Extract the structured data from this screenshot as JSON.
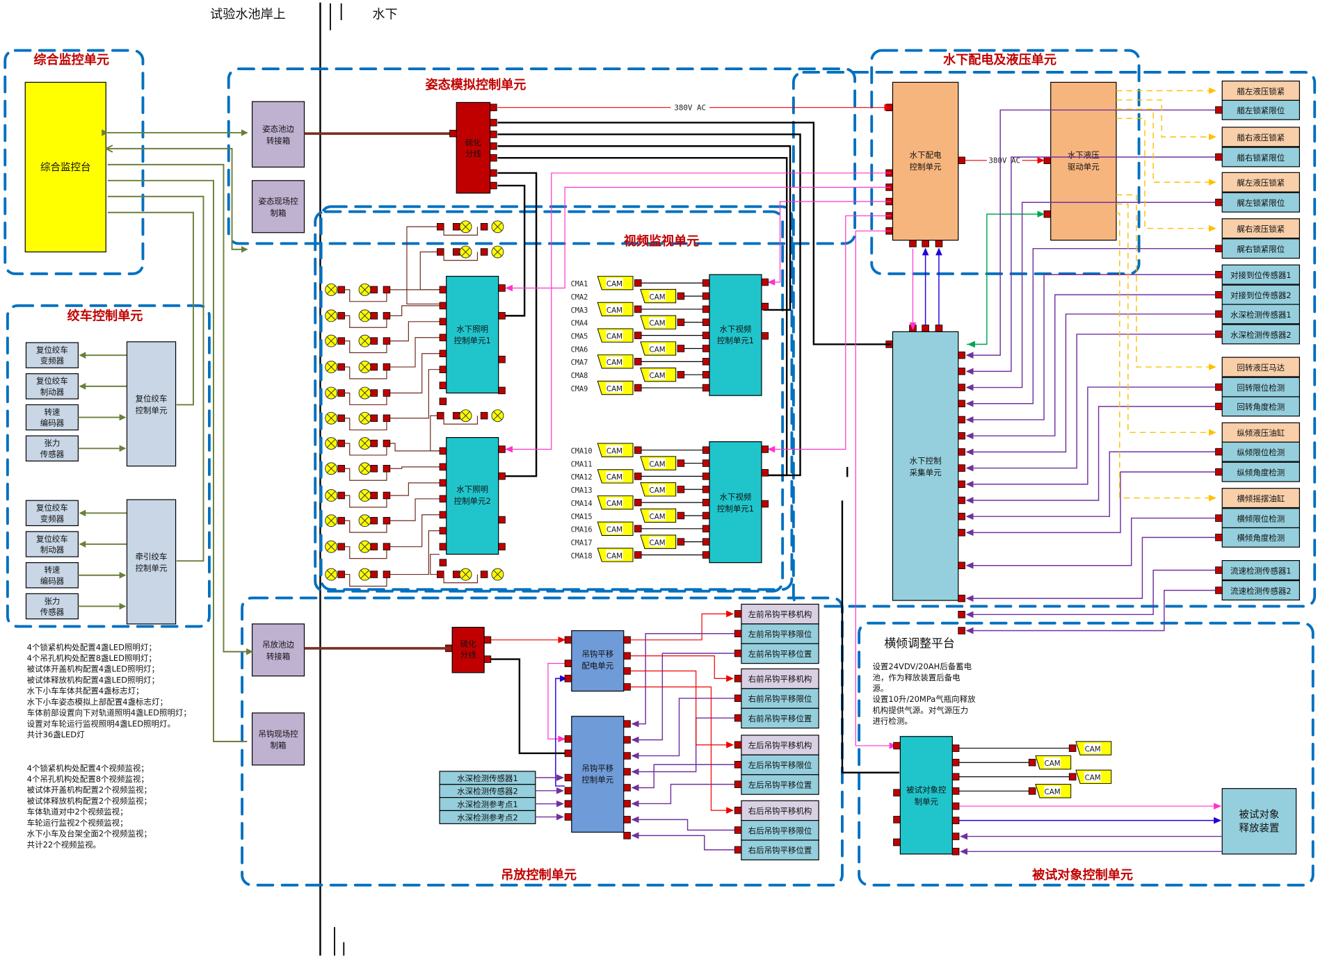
{
  "header": {
    "shore_label": "试验水池岸上",
    "underwater_label": "水下"
  },
  "colors": {
    "region_border": "#0070c0",
    "section_title": "#c00000",
    "console": "#ffff00",
    "shore_box": "#bfb1d0",
    "winch_box": "#c8d6e6",
    "splitter": "#c00000",
    "control_unit": "#20c5cc",
    "power_unit": "#f7b57e",
    "sensor": "#95cfdd",
    "actuator": "#f9cfa9",
    "hook_unit": "#6f9bd9",
    "camera": "#ffff00",
    "lamp": "#ffff00",
    "port": "#c00000"
  },
  "sections": {
    "monitoring": {
      "title": "综合监控单元",
      "console": "综合监控台"
    },
    "attitude": {
      "title": "姿态模拟控制单元",
      "poolside_box": "姿态池边\n转接箱",
      "poolside_box_l1": "姿态池边",
      "poolside_box_l2": "转接箱",
      "field_box_l1": "姿态现场控",
      "field_box_l2": "制箱",
      "splitter_l1": "硫化",
      "splitter_l2": "分线",
      "power_label": "380V AC"
    },
    "winch": {
      "title": "绞车控制单元",
      "reset_controller_l1": "复位绞车",
      "reset_controller_l2": "控制单元",
      "tow_controller_l1": "牵引绞车",
      "tow_controller_l2": "控制单元",
      "groups": [
        {
          "devices": [
            {
              "l1": "复位绞车",
              "l2": "变频器",
              "dir": "out"
            },
            {
              "l1": "复位绞车",
              "l2": "制动器",
              "dir": "out"
            },
            {
              "l1": "转速",
              "l2": "编码器",
              "dir": "in"
            },
            {
              "l1": "张力",
              "l2": "传感器",
              "dir": "in"
            }
          ]
        },
        {
          "devices": [
            {
              "l1": "复位绞车",
              "l2": "变频器",
              "dir": "out"
            },
            {
              "l1": "复位绞车",
              "l2": "制动器",
              "dir": "out"
            },
            {
              "l1": "转速",
              "l2": "编码器",
              "dir": "in"
            },
            {
              "l1": "张力",
              "l2": "传感器",
              "dir": "in"
            }
          ]
        }
      ]
    },
    "video": {
      "title": "视频监视单元",
      "controller1_l1": "水下视频",
      "controller1_l2": "控制单元1",
      "controller2_l1": "水下视频",
      "controller2_l2": "控制单元1",
      "camera_label": "CAM",
      "cameras_group1": [
        "CMA1",
        "CMA2",
        "CMA3",
        "CMA4",
        "CMA5",
        "CMA6",
        "CMA7",
        "CMA8",
        "CMA9"
      ],
      "cameras_group2": [
        "CMA10",
        "CMA11",
        "CMA12",
        "CMA13",
        "CMA14",
        "CMA15",
        "CMA16",
        "CMA17",
        "CMA18"
      ]
    },
    "lighting": {
      "controller1_l1": "水下照明",
      "controller1_l2": "控制单元1",
      "controller2_l1": "水下照明",
      "controller2_l2": "控制单元2"
    },
    "power_hydraulic": {
      "title": "水下配电及液压单元",
      "power_unit_l1": "水下配电",
      "power_unit_l2": "控制单元",
      "hydraulic_unit_l1": "水下液压",
      "hydraulic_unit_l2": "驱动单元",
      "power_label": "380V AC"
    },
    "acquisition": {
      "unit_l1": "水下控制",
      "unit_l2": "采集单元"
    },
    "field_devices": [
      {
        "group": [
          {
            "label": "艏左液压锁紧",
            "type": "actuator"
          },
          {
            "label": "艏左锁紧限位",
            "type": "sensor"
          }
        ]
      },
      {
        "group": [
          {
            "label": "艏右液压锁紧",
            "type": "actuator"
          },
          {
            "label": "艏右锁紧限位",
            "type": "sensor"
          }
        ]
      },
      {
        "group": [
          {
            "label": "艉左液压锁紧",
            "type": "actuator"
          },
          {
            "label": "艉左锁紧限位",
            "type": "sensor"
          }
        ]
      },
      {
        "group": [
          {
            "label": "艉右液压锁紧",
            "type": "actuator"
          },
          {
            "label": "艉右锁紧限位",
            "type": "sensor"
          }
        ]
      },
      {
        "group": [
          {
            "label": "对接到位传感器1",
            "type": "sensor"
          },
          {
            "label": "对接到位传感器2",
            "type": "sensor"
          },
          {
            "label": "水深检测传感器1",
            "type": "sensor"
          },
          {
            "label": "水深检测传感器2",
            "type": "sensor"
          }
        ]
      },
      {
        "group": [
          {
            "label": "回转液压马达",
            "type": "actuator"
          },
          {
            "label": "回转限位检测",
            "type": "sensor"
          },
          {
            "label": "回转角度检测",
            "type": "sensor"
          }
        ]
      },
      {
        "group": [
          {
            "label": "纵倾液压油缸",
            "type": "actuator"
          },
          {
            "label": "纵倾限位检测",
            "type": "sensor"
          },
          {
            "label": "纵倾角度检测",
            "type": "sensor"
          }
        ]
      },
      {
        "group": [
          {
            "label": "横倾摇摆油缸",
            "type": "actuator"
          },
          {
            "label": "横倾限位检测",
            "type": "sensor"
          },
          {
            "label": "横倾角度检测",
            "type": "sensor"
          }
        ]
      },
      {
        "group": [
          {
            "label": "流速检测传感器1",
            "type": "sensor"
          },
          {
            "label": "流速检测传感器2",
            "type": "sensor"
          }
        ]
      }
    ],
    "lifting": {
      "title": "吊放控制单元",
      "poolside_box_l1": "吊放池边",
      "poolside_box_l2": "转接箱",
      "field_box_l1": "吊钩现场控",
      "field_box_l2": "制箱",
      "splitter_l1": "硫化",
      "splitter_l2": "分线",
      "power_unit_l1": "吊钩平移",
      "power_unit_l2": "配电单元",
      "control_unit_l1": "吊钩平移",
      "control_unit_l2": "控制单元",
      "depth_sensors": [
        "水深检测传感器1",
        "水深检测传感器2",
        "水深检测参考点1",
        "水深检测参考点2"
      ],
      "hook_groups": [
        [
          "左前吊钩平移机构",
          "左前吊钩平移限位",
          "左前吊钩平移位置"
        ],
        [
          "右前吊钩平移机构",
          "右前吊钩平移限位",
          "右前吊钩平移位置"
        ],
        [
          "左后吊钩平移机构",
          "左后吊钩平移限位",
          "左后吊钩平移位置"
        ],
        [
          "右后吊钩平移机构",
          "右后吊钩平移限位",
          "右后吊钩平移位置"
        ]
      ]
    },
    "target": {
      "title": "被试对象控制单元",
      "platform_title": "横倾调整平台",
      "notes": [
        "设置24VDV/20AH后备蓄电",
        "池，作为释放装置后备电",
        "源。",
        "设置10升/20MPa气瓶向释放",
        "机构提供气源。对气源压力",
        "进行检测。"
      ],
      "control_unit_l1": "被试对象控",
      "control_unit_l2": "制单元",
      "release_l1": "被试对象",
      "release_l2": "释放装置",
      "camera_label": "CAM"
    }
  },
  "notes": {
    "lighting": [
      "4个锁紧机构处配置4盏LED照明灯；",
      "4个吊孔机构处配置8盏LED照明灯；",
      "被试体开盖机构配置4盏LED照明灯；",
      "被试体释放机构配置4盏LED照明灯；",
      "水下小车车体共配置4盏标志灯；",
      "水下小车姿态模拟上部配置4盏标志灯；",
      "车体前部设置向下对轨道照明4盏LED照明灯；",
      "设置对车轮运行监视照明4盏LED照明灯。",
      "共计36盏LED灯"
    ],
    "video": [
      "4个锁紧机构处配置4个视频监视；",
      "4个吊孔机构处配置8个视频监视；",
      "被试体开盖机构配置2个视频监视；",
      "被试体释放机构配置2个视频监视；",
      "车体轨道对中2个视频监视；",
      "车轮运行监视2个视频监视；",
      "水下小车及台架全面2个视频监视；",
      "共计22个视频监视。"
    ]
  }
}
